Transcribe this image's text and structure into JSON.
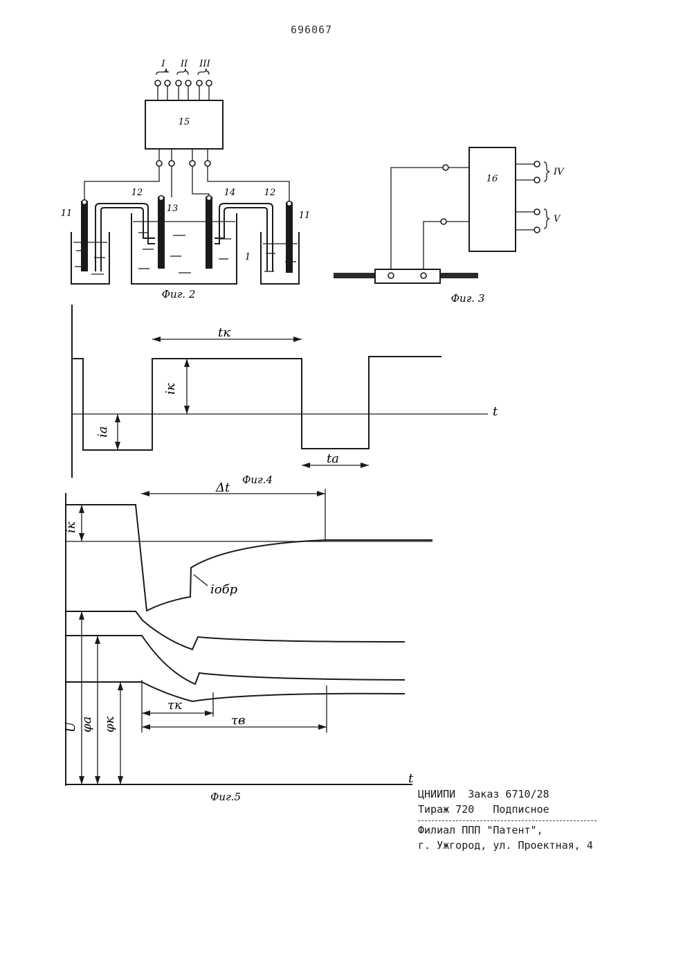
{
  "header": {
    "patent_number": "696067"
  },
  "fig2": {
    "caption": "Фиг. 2",
    "block_label": "15",
    "terminal_groups": [
      "I",
      "II",
      "III"
    ],
    "part_labels": {
      "left_outer_electrode": "11",
      "left_bridge": "12",
      "center_left_electrode": "13",
      "center_right_electrode": "14",
      "right_bridge": "12",
      "right_outer_electrode": "11",
      "cell": "1"
    }
  },
  "fig3": {
    "caption": "Фиг. 3",
    "block_label": "16",
    "output_groups": [
      "IV",
      "V"
    ]
  },
  "fig4": {
    "caption": "Фиг.4",
    "labels": {
      "tk": "tк",
      "ik": "iк",
      "ia": "ia",
      "ta": "ta",
      "t": "t"
    }
  },
  "fig5": {
    "caption": "Фиг.5",
    "labels": {
      "dt": "Δt",
      "ik": "iк",
      "iobr": "iобр",
      "t": "t",
      "tau_k": "τк",
      "tau_v": "τв",
      "u": "U",
      "phi_a": "φа",
      "phi_k": "φк"
    }
  },
  "imprint": {
    "line1": "ЦНИИПИ  Заказ 6710/28",
    "line2": "Тираж 720   Подписное",
    "line3": "Филиал ППП \"Патент\",",
    "line4": "г. Ужгород, ул. Проектная, 4"
  }
}
